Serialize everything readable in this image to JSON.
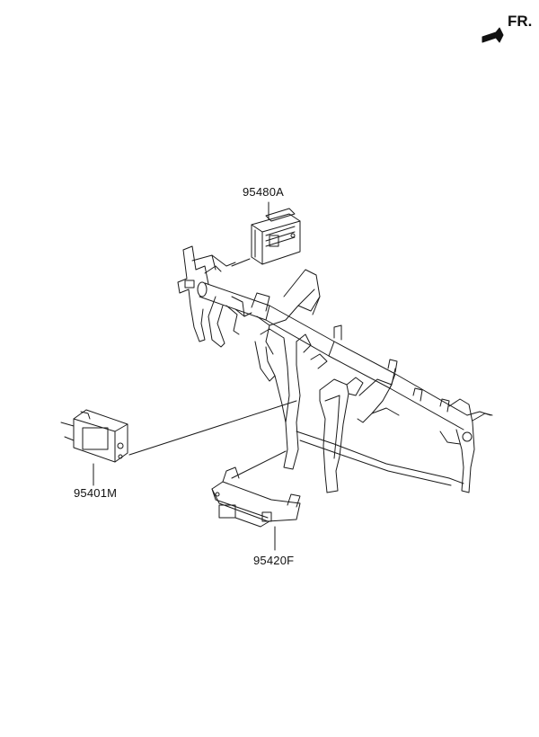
{
  "direction_indicator": {
    "label": "FR."
  },
  "parts": [
    {
      "part_number": "95480A"
    },
    {
      "part_number": "95401M"
    },
    {
      "part_number": "95420F"
    }
  ]
}
